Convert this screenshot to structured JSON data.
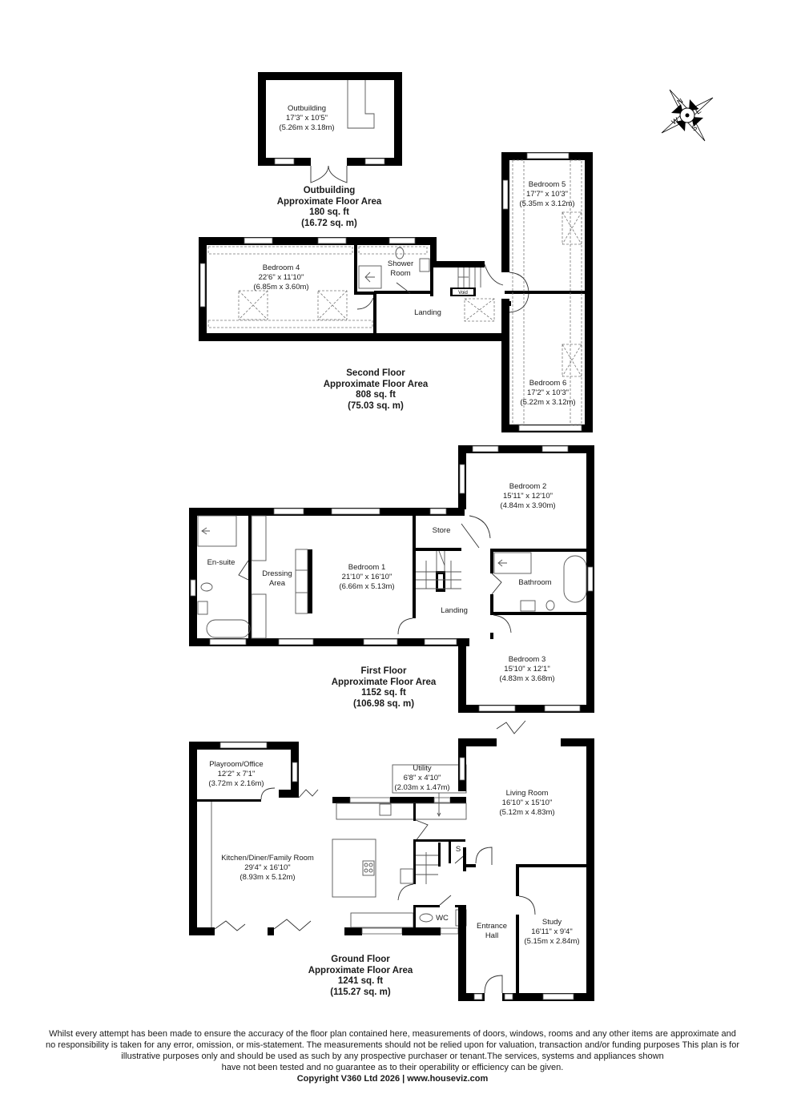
{
  "compass": {
    "icon": "compass-rose-icon",
    "labels": [
      "N",
      "E",
      "S",
      "W"
    ]
  },
  "floors": {
    "outbuilding": {
      "title": "Outbuilding",
      "subtitle": "Approximate Floor Area",
      "sqft": "180 sq. ft",
      "sqm": "(16.72 sq. m)",
      "rooms": [
        {
          "name": "Outbuilding",
          "imperial": "17'3\" x 10'5\"",
          "metric": "(5.26m x 3.18m)"
        }
      ]
    },
    "second": {
      "title": "Second Floor",
      "subtitle": "Approximate Floor Area",
      "sqft": "808 sq. ft",
      "sqm": "(75.03 sq. m)",
      "rooms": [
        {
          "name": "Bedroom 4",
          "imperial": "22'6\" x 11'10\"",
          "metric": "(6.85m x 3.60m)"
        },
        {
          "name": "Shower",
          "name2": "Room"
        },
        {
          "name": "Landing"
        },
        {
          "name": "Void"
        },
        {
          "name": "Bedroom 5",
          "imperial": "17'7\" x 10'3\"",
          "metric": "(5.35m x 3.12m)"
        },
        {
          "name": "Bedroom 6",
          "imperial": "17'2\" x 10'3\"",
          "metric": "(5.22m x 3.12m)"
        }
      ]
    },
    "first": {
      "title": "First Floor",
      "subtitle": "Approximate Floor Area",
      "sqft": "1152 sq. ft",
      "sqm": "(106.98 sq. m)",
      "rooms": [
        {
          "name": "En-suite"
        },
        {
          "name": "Dressing",
          "name2": "Area"
        },
        {
          "name": "Bedroom 1",
          "imperial": "21'10\" x 16'10\"",
          "metric": "(6.66m x 5.13m)"
        },
        {
          "name": "Store"
        },
        {
          "name": "Landing"
        },
        {
          "name": "Bedroom 2",
          "imperial": "15'11\" x 12'10\"",
          "metric": "(4.84m x 3.90m)"
        },
        {
          "name": "Bathroom"
        },
        {
          "name": "Bedroom 3",
          "imperial": "15'10\" x 12'1\"",
          "metric": "(4.83m x 3.68m)"
        }
      ]
    },
    "ground": {
      "title": "Ground Floor",
      "subtitle": "Approximate Floor Area",
      "sqft": "1241 sq. ft",
      "sqm": "(115.27 sq. m)",
      "rooms": [
        {
          "name": "Playroom/Office",
          "imperial": "12'2\" x 7'1\"",
          "metric": "(3.72m x 2.16m)"
        },
        {
          "name": "Kitchen/Diner/Family Room",
          "imperial": "29'4\" x 16'10\"",
          "metric": "(8.93m x 5.12m)"
        },
        {
          "name": "Utility",
          "imperial": "6'8\" x 4'10\"",
          "metric": "(2.03m x 1.47m)"
        },
        {
          "name": "S"
        },
        {
          "name": "WC"
        },
        {
          "name": "Living Room",
          "imperial": "16'10\" x 15'10\"",
          "metric": "(5.12m x 4.83m)"
        },
        {
          "name": "Entrance",
          "name2": "Hall"
        },
        {
          "name": "Study",
          "imperial": "16'11\" x 9'4\"",
          "metric": "(5.15m x 2.84m)"
        }
      ]
    }
  },
  "footer": {
    "disclaimer_lines": [
      "Whilst every attempt has been made to ensure the accuracy of the floor plan contained here, measurements of doors, windows, rooms and any other items are approximate and",
      "no responsibility is taken for any error, omission, or mis-statement.  The measurements should not be relied upon for valuation, transaction and/or funding purposes This plan is for",
      "illustrative purposes only and should be used as such by any prospective purchaser or tenant.The services, systems and appliances shown",
      "have not been tested and no guarantee as to their operability or efficiency can be given."
    ],
    "copyright": "Copyright V360 Ltd 2026 | www.houseviz.com"
  },
  "colors": {
    "wall": "#000000",
    "fixture": "#555555",
    "dashed": "#666666",
    "text": "#1a1a1a",
    "background": "#ffffff"
  }
}
